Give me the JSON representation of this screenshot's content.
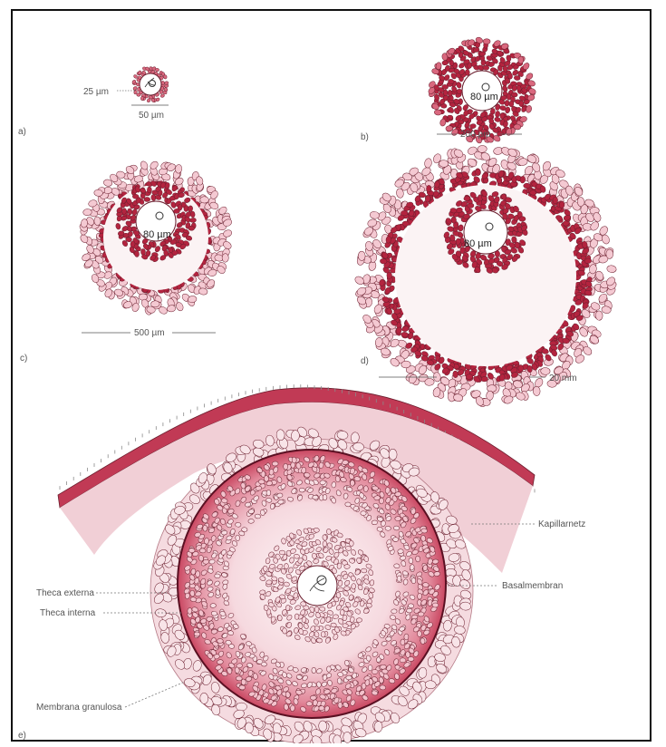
{
  "panels": {
    "a": {
      "letter": "a)",
      "inner": "25 µm",
      "outer": "50 µm"
    },
    "b": {
      "letter": "b)",
      "inner": "80 µm",
      "outer": "200 µm"
    },
    "c": {
      "letter": "c)",
      "inner": "80 µm",
      "outer": "500 µm"
    },
    "d": {
      "letter": "d)",
      "inner": "80 µm",
      "outer": "20 mm"
    },
    "e": {
      "letter": "e)",
      "labels": {
        "kapillarnetz": "Kapillarnetz",
        "basalmembran": "Basalmembran",
        "theca_externa": "Theca externa",
        "theca_interna": "Theca interna",
        "membrana_granulosa": "Membrana granulosa"
      }
    }
  },
  "colors": {
    "cell_dark": "#b3243f",
    "cell_mid": "#d9687e",
    "cell_light": "#f4c9d2",
    "cell_outline": "#6b1e2e",
    "antrum": "#fbf3f4",
    "line": "#666666"
  }
}
